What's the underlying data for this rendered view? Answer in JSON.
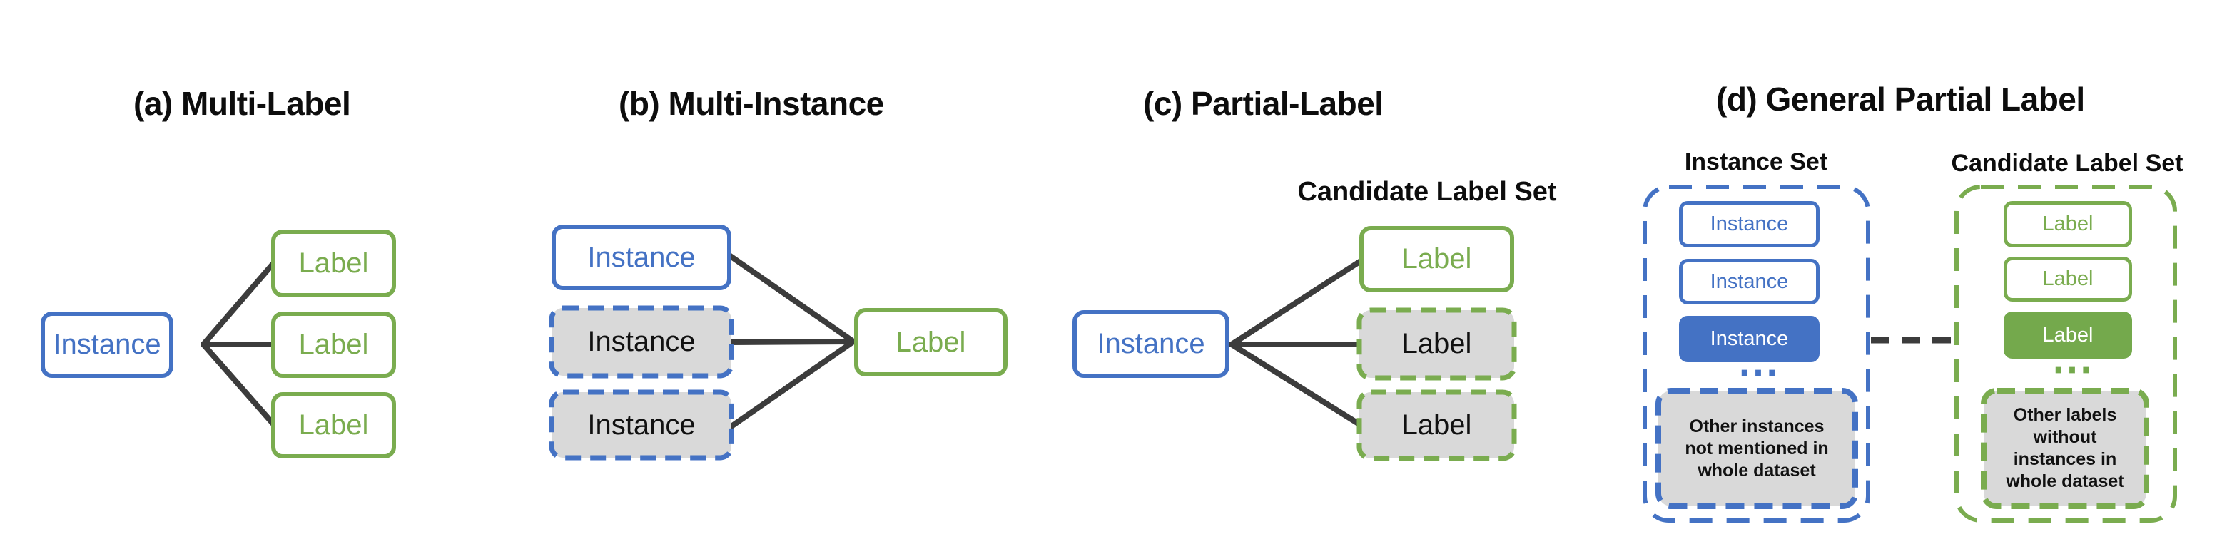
{
  "colors": {
    "blue": "#4472C4",
    "green_border": "#7AAC4F",
    "green_fill": "#74A94C",
    "gray_fill": "#D9D9D9",
    "line": "#3C3C3C"
  },
  "panel_a": {
    "title": "(a) Multi-Label",
    "instance": "Instance",
    "labels": [
      "Label",
      "Label",
      "Label"
    ]
  },
  "panel_b": {
    "title": "(b) Multi-Instance",
    "instances": [
      "Instance",
      "Instance",
      "Instance"
    ],
    "label": "Label"
  },
  "panel_c": {
    "title": "(c) Partial-Label",
    "set_header": "Candidate Label Set",
    "instance": "Instance",
    "labels": [
      "Label",
      "Label",
      "Label"
    ]
  },
  "panel_d": {
    "title": "(d) General Partial Label",
    "instance_set_header": "Instance Set",
    "label_set_header": "Candidate Label Set",
    "instances": [
      "Instance",
      "Instance",
      "Instance"
    ],
    "instances_ellipsis": "⋯",
    "other_instances_note": "Other instances\nnot mentioned in\nwhole dataset",
    "labels": [
      "Label",
      "Label",
      "Label"
    ],
    "labels_ellipsis": "⋯",
    "other_labels_note": "Other labels\nwithout\ninstances in\nwhole dataset"
  }
}
